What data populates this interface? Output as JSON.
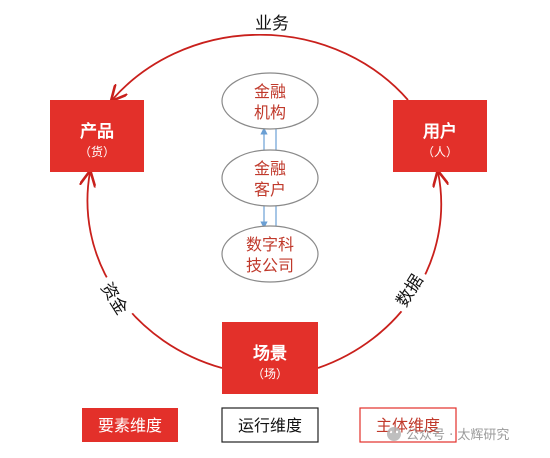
{
  "nodes": {
    "product": {
      "title": "产品",
      "sub": "（货）"
    },
    "user": {
      "title": "用户",
      "sub": "（人）"
    },
    "scene": {
      "title": "场景",
      "sub": "（场）"
    }
  },
  "center": {
    "financial_institution": [
      "金融",
      "机构"
    ],
    "financial_customer": [
      "金融",
      "客户"
    ],
    "digital_tech_company": [
      "数字科",
      "技公司"
    ]
  },
  "edges": {
    "business": "业务",
    "funds": "资金",
    "data": "数据"
  },
  "legend": {
    "element": "要素维度",
    "operation": "运行维度",
    "subject": "主体维度"
  },
  "watermark": "公众号 · 太辉研究",
  "colors": {
    "accent_red": "#e3302a",
    "arc_red": "#c9201c",
    "link_blue": "#6a9fd4",
    "ellipse_text": "#c0392b"
  }
}
